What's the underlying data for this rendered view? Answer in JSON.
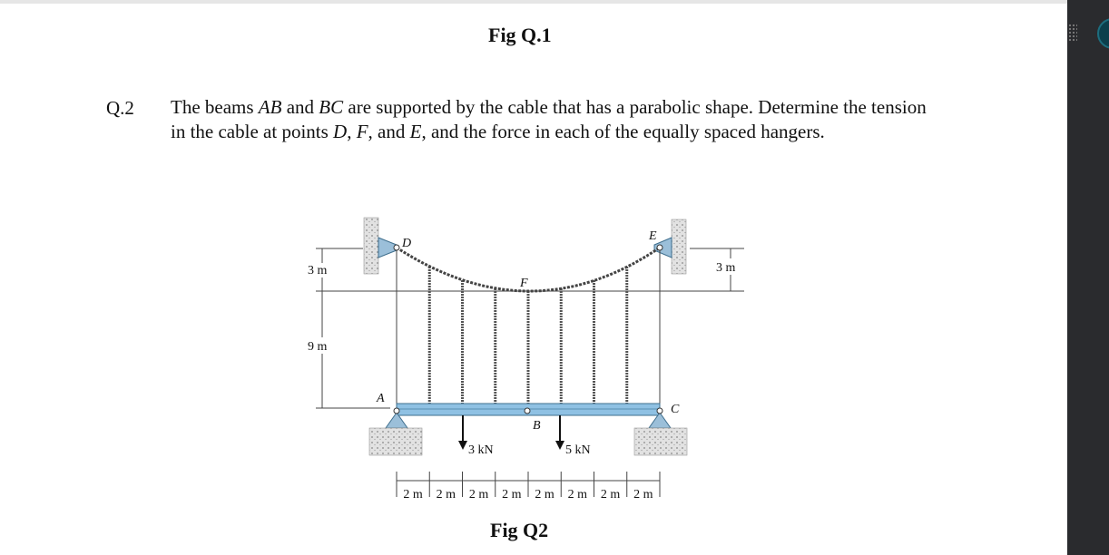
{
  "figure_top": {
    "caption": "Fig Q.1"
  },
  "question": {
    "number": "Q.2",
    "text_parts": [
      {
        "t": "The beams ",
        "i": false
      },
      {
        "t": "AB",
        "i": true
      },
      {
        "t": " and ",
        "i": false
      },
      {
        "t": "BC",
        "i": true
      },
      {
        "t": " are supported by the cable that has a parabolic shape. Determine the tension in the cable at points ",
        "i": false
      },
      {
        "t": "D",
        "i": true
      },
      {
        "t": ", ",
        "i": false
      },
      {
        "t": "F",
        "i": true
      },
      {
        "t": ", and ",
        "i": false
      },
      {
        "t": "E",
        "i": true
      },
      {
        "t": ", and the force in each of the equally spaced hangers.",
        "i": false
      }
    ]
  },
  "diagram": {
    "points": {
      "A": "A",
      "B": "B",
      "C": "C",
      "D": "D",
      "E": "E",
      "F": "F"
    },
    "dims": {
      "left_upper": "3 m",
      "left_lower": "9 m",
      "right_upper": "3 m"
    },
    "spacings": [
      "2 m",
      "2 m",
      "2 m",
      "2 m",
      "2 m",
      "2 m",
      "2 m",
      "2 m"
    ],
    "loads": [
      {
        "label": "3 kN",
        "value_kN": 3
      },
      {
        "label": "5 kN",
        "value_kN": 5
      }
    ],
    "colors": {
      "beam": "#8fc1e3",
      "beam_edge": "#3f6f8e",
      "support": "#9bbfd9",
      "hanger": "#555555",
      "concrete": "#d7d7d7"
    }
  },
  "figure_bottom": {
    "caption": "Fig Q2"
  }
}
